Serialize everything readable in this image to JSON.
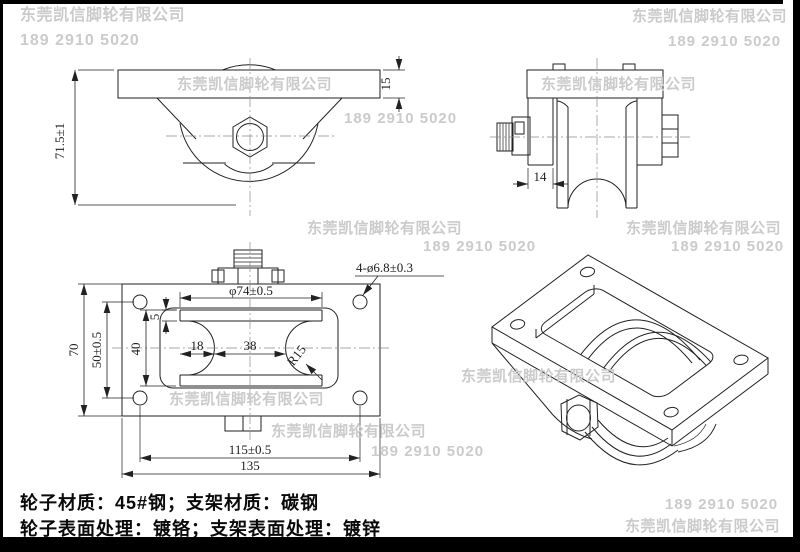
{
  "watermark": {
    "company": "东莞凯信脚轮有限公司",
    "phone": "189 2910 5020"
  },
  "specs": {
    "line1": "轮子材质：45#钢；支架材质：碳钢",
    "line2": "轮子表面处理：镀铬；支架表面处理：镀锌"
  },
  "dimensions": {
    "front_height": "71.5±1",
    "front_plate_thickness": "15",
    "side_bracket_width": "14",
    "plan_wheel_diameter": "φ74±0.5",
    "plan_rim_width": "5",
    "plan_wheel_width": "40",
    "plan_hole_spacing_width": "50±0.5",
    "plan_plate_width": "70",
    "plan_groove_edge": "18",
    "plan_groove_width": "38",
    "plan_groove_radius": "R15",
    "plan_hole_spacing_length": "115±0.5",
    "plan_plate_length": "135",
    "plan_mounting_holes": "4-ø6.8±0.3"
  },
  "colors": {
    "line": "#222222",
    "watermark": "#cbcbcb",
    "frame": "#000000"
  }
}
